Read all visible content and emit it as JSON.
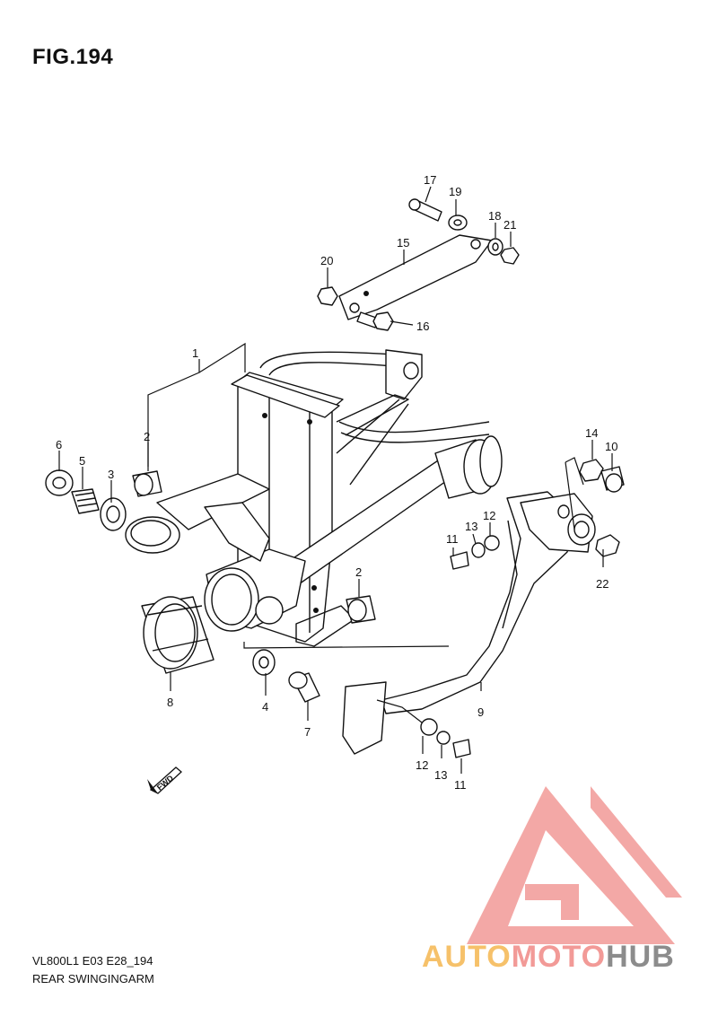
{
  "figure": {
    "title": "FIG.194",
    "model_code": "VL800L1 E03 E28_194",
    "section_name": "REAR SWINGINGARM"
  },
  "callouts": [
    {
      "id": "c1",
      "label": "1"
    },
    {
      "id": "c2a",
      "label": "2"
    },
    {
      "id": "c2b",
      "label": "2"
    },
    {
      "id": "c3",
      "label": "3"
    },
    {
      "id": "c4",
      "label": "4"
    },
    {
      "id": "c5",
      "label": "5"
    },
    {
      "id": "c6",
      "label": "6"
    },
    {
      "id": "c7",
      "label": "7"
    },
    {
      "id": "c8",
      "label": "8"
    },
    {
      "id": "c9",
      "label": "9"
    },
    {
      "id": "c10",
      "label": "10"
    },
    {
      "id": "c11a",
      "label": "11"
    },
    {
      "id": "c11b",
      "label": "11"
    },
    {
      "id": "c12a",
      "label": "12"
    },
    {
      "id": "c12b",
      "label": "12"
    },
    {
      "id": "c13a",
      "label": "13"
    },
    {
      "id": "c13b",
      "label": "13"
    },
    {
      "id": "c14",
      "label": "14"
    },
    {
      "id": "c15",
      "label": "15"
    },
    {
      "id": "c16",
      "label": "16"
    },
    {
      "id": "c17",
      "label": "17"
    },
    {
      "id": "c18",
      "label": "18"
    },
    {
      "id": "c19",
      "label": "19"
    },
    {
      "id": "c20",
      "label": "20"
    },
    {
      "id": "c21",
      "label": "21"
    },
    {
      "id": "c22",
      "label": "22"
    }
  ],
  "direction_badge": "FWD",
  "watermark": {
    "part1": "AUTO",
    "part2": "MOTO",
    "part3": "HUB",
    "colors": {
      "auto": "#f6c16a",
      "moto": "#f29a97",
      "hub": "#8c8c8c",
      "logo": "#f29a97"
    }
  }
}
